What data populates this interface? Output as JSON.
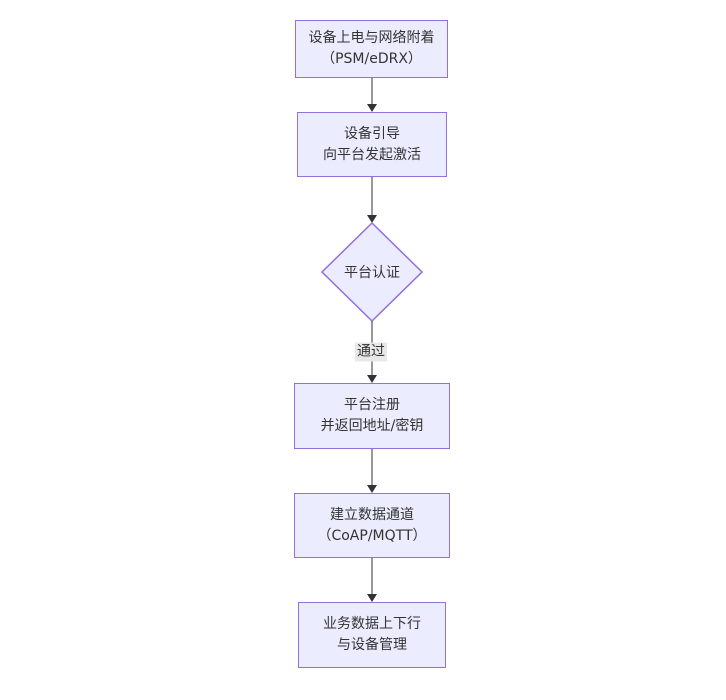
{
  "diagram": {
    "type": "flowchart",
    "direction": "top-down",
    "colors": {
      "canvas-bg": "#ffffff",
      "node-fill": "#ECECFF",
      "node-border": "#9370DB",
      "edge-color": "#333333",
      "label-bg": "#e8e8e8",
      "text-color": "#333333"
    },
    "nodes": [
      {
        "id": "power-attach",
        "shape": "rect",
        "lines": [
          "设备上电与网络附着",
          "（PSM/eDRX）"
        ]
      },
      {
        "id": "bootstrap",
        "shape": "rect",
        "lines": [
          "设备引导",
          "向平台发起激活"
        ]
      },
      {
        "id": "platform-auth",
        "shape": "diamond",
        "lines": [
          "平台认证"
        ]
      },
      {
        "id": "platform-register",
        "shape": "rect",
        "lines": [
          "平台注册",
          "并返回地址/密钥"
        ]
      },
      {
        "id": "data-channel",
        "shape": "rect",
        "lines": [
          "建立数据通道",
          "（CoAP/MQTT）"
        ]
      },
      {
        "id": "business-data",
        "shape": "rect",
        "lines": [
          "业务数据上下行",
          "与设备管理"
        ]
      }
    ],
    "edges": [
      {
        "from": "power-attach",
        "to": "bootstrap",
        "label": ""
      },
      {
        "from": "bootstrap",
        "to": "platform-auth",
        "label": ""
      },
      {
        "from": "platform-auth",
        "to": "platform-register",
        "label": "通过"
      },
      {
        "from": "platform-register",
        "to": "data-channel",
        "label": ""
      },
      {
        "from": "data-channel",
        "to": "business-data",
        "label": ""
      }
    ]
  }
}
